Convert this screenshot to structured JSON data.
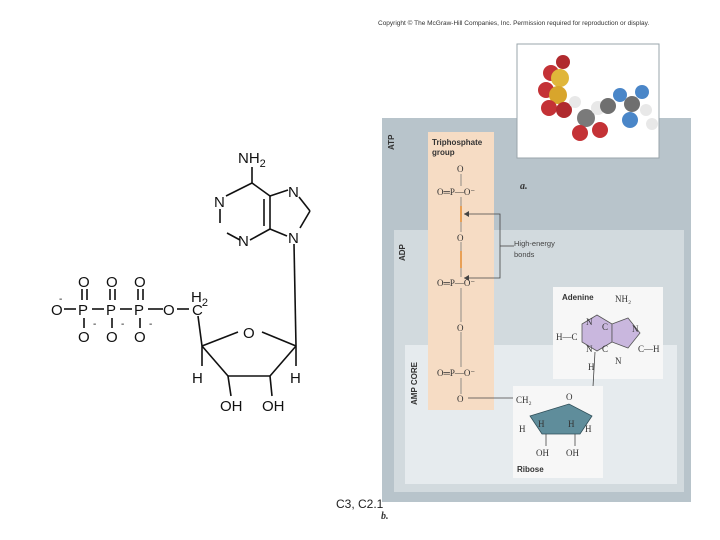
{
  "copyright": "Copyright © The McGraw-Hill Companies, Inc. Permission required for reproduction or display.",
  "caption": "C3, C2.1",
  "structure": {
    "amine": "NH",
    "amine_sub": "2",
    "ch2": "H",
    "ch2_sub": "2",
    "ring_N": "N",
    "oxygen": "O",
    "phosphorus": "P",
    "carbon": "C",
    "hydrogen": "H",
    "hydroxyl": "OH"
  },
  "figure": {
    "panel_a_label": "a.",
    "panel_b_label": "b.",
    "atp_label": "ATP",
    "adp_label": "ADP",
    "amp_label": "AMP CORE",
    "triphosphate_line1": "Triphosphate",
    "triphosphate_line2": "group",
    "high_energy_line1": "High-energy",
    "high_energy_line2": "bonds",
    "adenine_label": "Adenine",
    "ribose_label": "Ribose",
    "phosphate_O": "O",
    "phosphate_P_row": "O═P—O⁻",
    "adenine_nh2": "NH₂",
    "adenine_N": "N",
    "adenine_C": "C",
    "adenine_H": "H",
    "adenine_hc": "H—C",
    "adenine_ch": "C—H",
    "ribose_ch2": "CH₂",
    "ribose_O": "O",
    "ribose_H": "H",
    "ribose_OH": "OH"
  },
  "colors": {
    "panel_bg": "#b8c4cb",
    "panel_inner": "#d2dade",
    "panel_core": "#e6ebee",
    "triphosphate": "#f6dcc4",
    "adenine_ring": "#c9b7de",
    "ribose_ring": "#5f8d9b"
  }
}
